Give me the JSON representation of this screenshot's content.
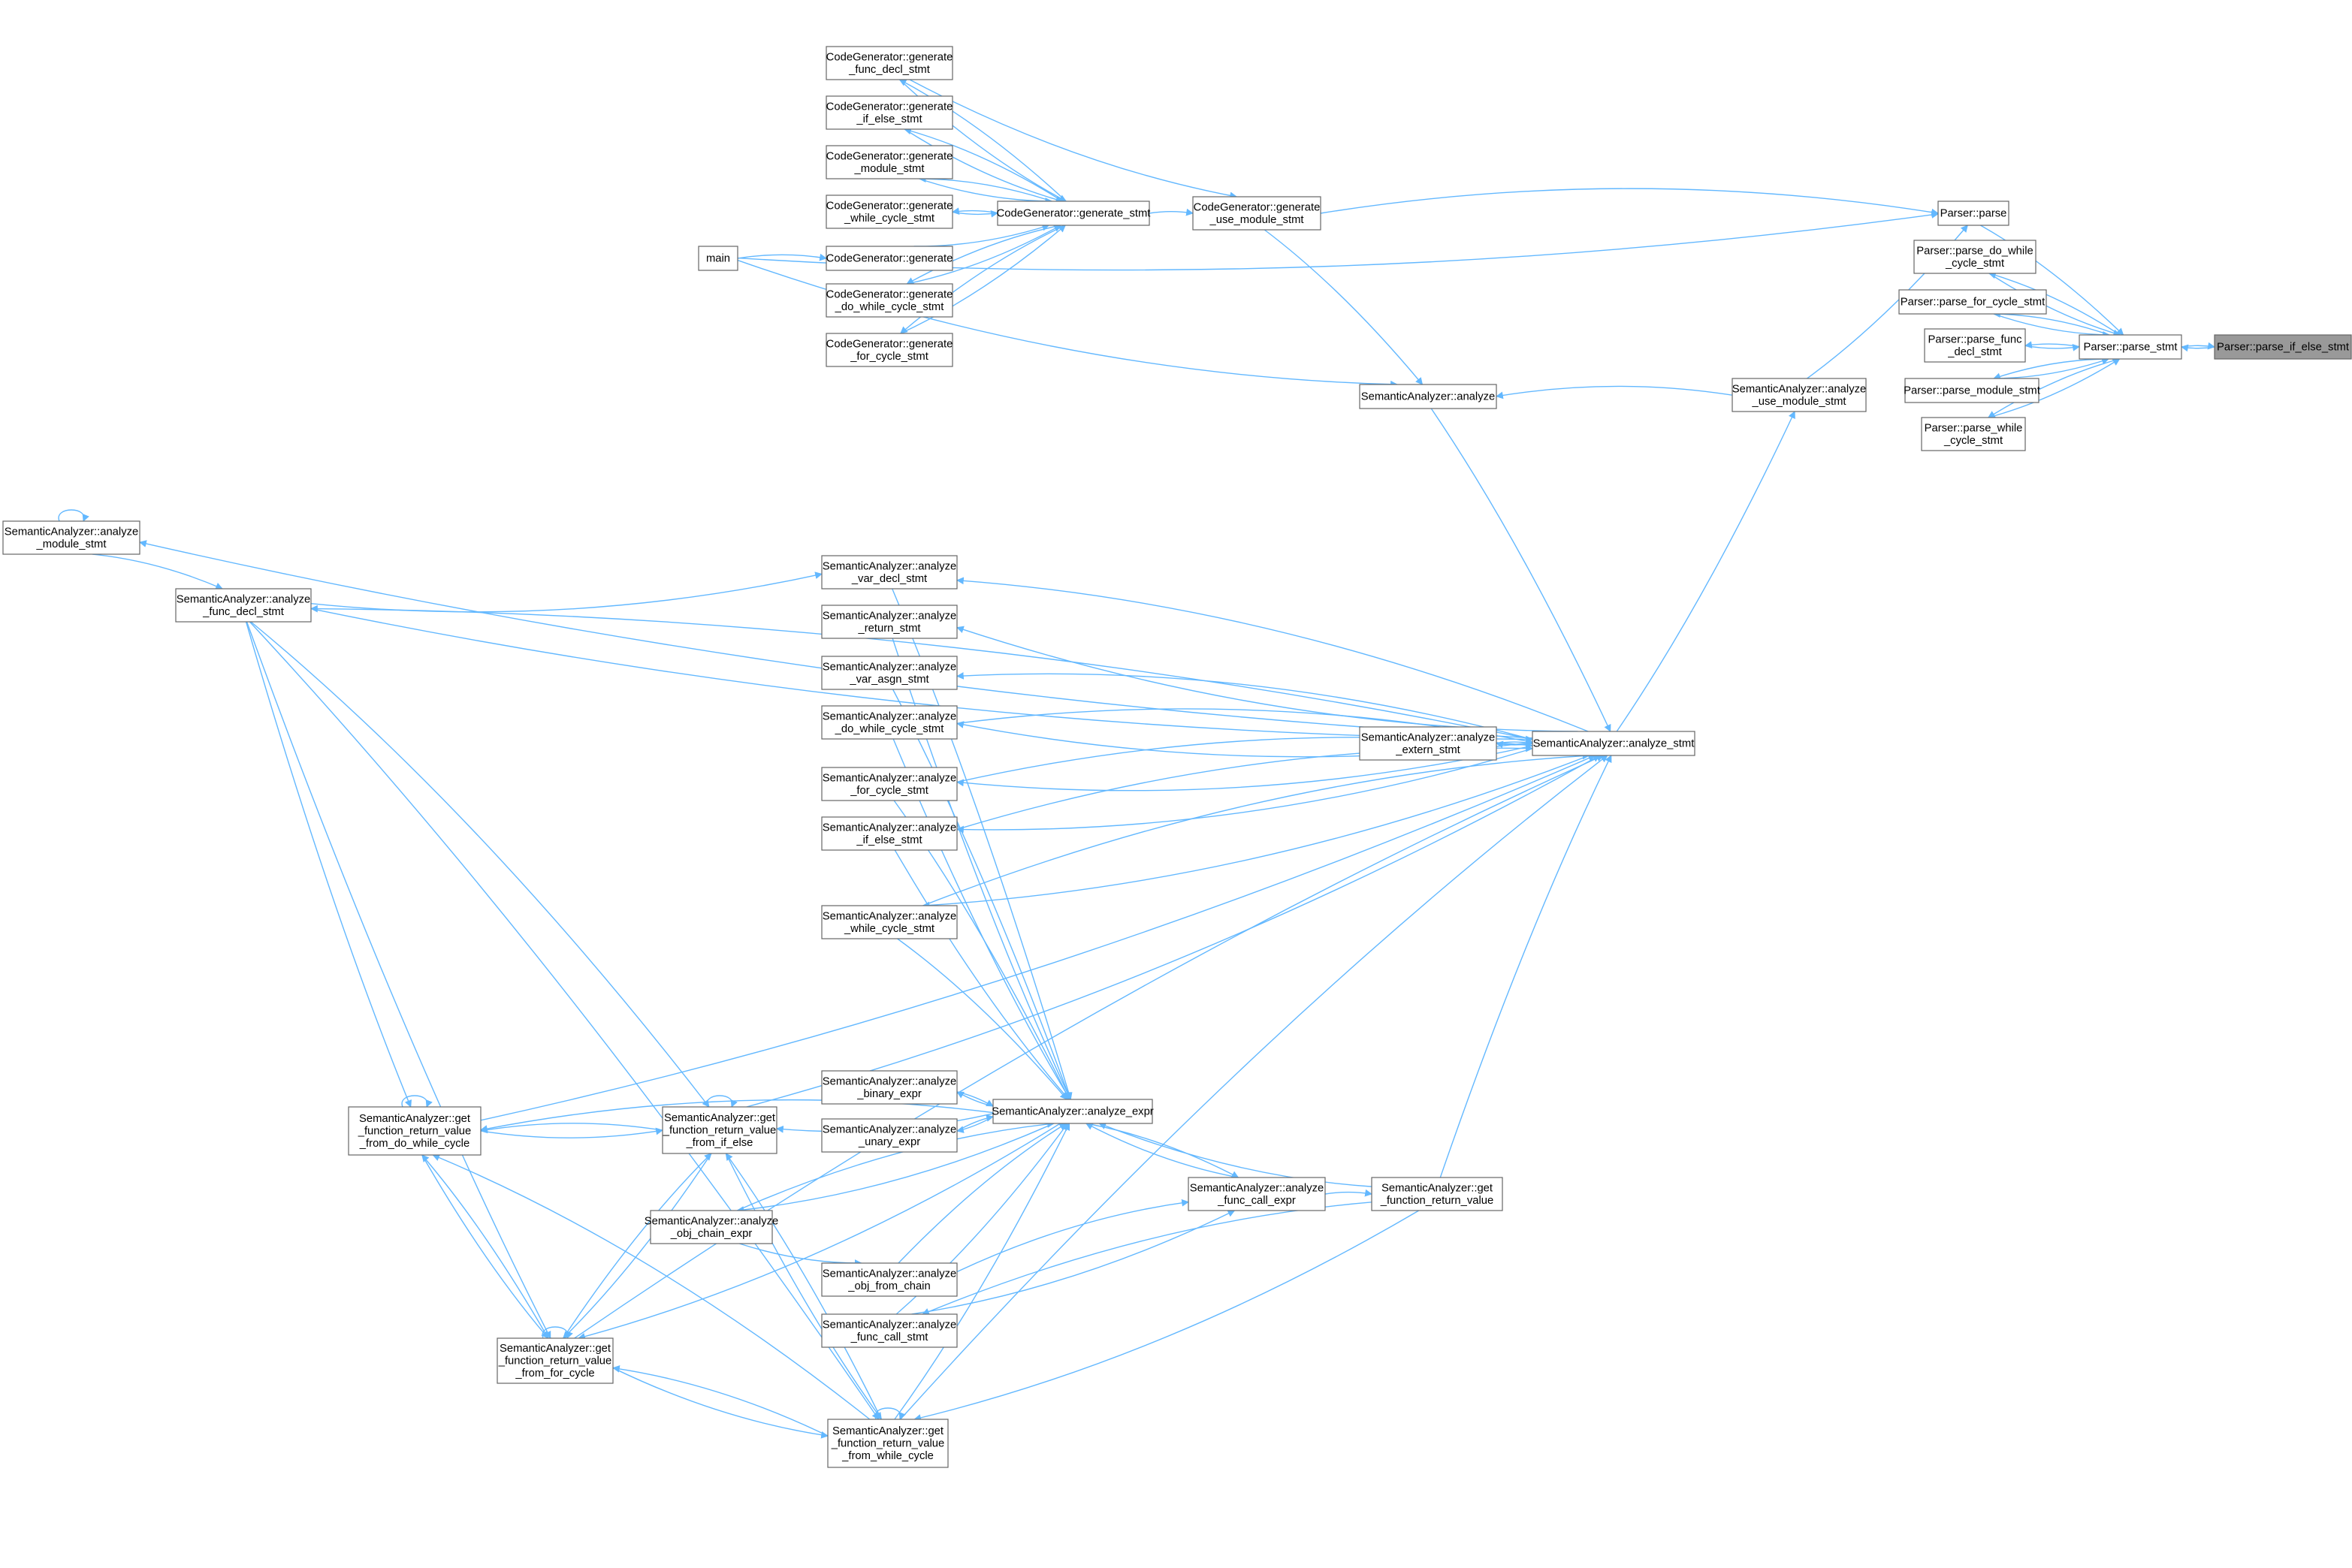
{
  "title": "Call graph of Parser::parse_if_else_stmt",
  "colors": {
    "edge": "#63b8ff",
    "node_border": "#666666",
    "current_node_fill": "#999999"
  },
  "nodes": {
    "parse_if_else": {
      "lines": [
        "Parser::parse_if_else_stmt"
      ],
      "current": true
    },
    "parse_stmt": {
      "lines": [
        "Parser::parse_stmt"
      ]
    },
    "parse": {
      "lines": [
        "Parser::parse"
      ]
    },
    "parse_do_while": {
      "lines": [
        "Parser::parse_do_while",
        "_cycle_stmt"
      ]
    },
    "parse_for": {
      "lines": [
        "Parser::parse_for_cycle_stmt"
      ]
    },
    "parse_func_decl": {
      "lines": [
        "Parser::parse_func",
        "_decl_stmt"
      ]
    },
    "parse_module": {
      "lines": [
        "Parser::parse_module_stmt"
      ]
    },
    "parse_while": {
      "lines": [
        "Parser::parse_while",
        "_cycle_stmt"
      ]
    },
    "main": {
      "lines": [
        "main"
      ]
    },
    "cg_func_decl": {
      "lines": [
        "CodeGenerator::generate",
        "_func_decl_stmt"
      ]
    },
    "cg_if_else": {
      "lines": [
        "CodeGenerator::generate",
        "_if_else_stmt"
      ]
    },
    "cg_module": {
      "lines": [
        "CodeGenerator::generate",
        "_module_stmt"
      ]
    },
    "cg_while": {
      "lines": [
        "CodeGenerator::generate",
        "_while_cycle_stmt"
      ]
    },
    "cg_generate": {
      "lines": [
        "CodeGenerator::generate"
      ]
    },
    "cg_do_while": {
      "lines": [
        "CodeGenerator::generate",
        "_do_while_cycle_stmt"
      ]
    },
    "cg_for": {
      "lines": [
        "CodeGenerator::generate",
        "_for_cycle_stmt"
      ]
    },
    "cg_stmt": {
      "lines": [
        "CodeGenerator::generate_stmt"
      ]
    },
    "cg_use_module": {
      "lines": [
        "CodeGenerator::generate",
        "_use_module_stmt"
      ]
    },
    "sa_analyze": {
      "lines": [
        "SemanticAnalyzer::analyze"
      ]
    },
    "sa_use_module": {
      "lines": [
        "SemanticAnalyzer::analyze",
        "_use_module_stmt"
      ]
    },
    "sa_module": {
      "lines": [
        "SemanticAnalyzer::analyze",
        "_module_stmt"
      ]
    },
    "sa_func_decl": {
      "lines": [
        "SemanticAnalyzer::analyze",
        "_func_decl_stmt"
      ]
    },
    "sa_var_decl": {
      "lines": [
        "SemanticAnalyzer::analyze",
        "_var_decl_stmt"
      ]
    },
    "sa_return": {
      "lines": [
        "SemanticAnalyzer::analyze",
        "_return_stmt"
      ]
    },
    "sa_var_asgn": {
      "lines": [
        "SemanticAnalyzer::analyze",
        "_var_asgn_stmt"
      ]
    },
    "sa_do_while": {
      "lines": [
        "SemanticAnalyzer::analyze",
        "_do_while_cycle_stmt"
      ]
    },
    "sa_extern": {
      "lines": [
        "SemanticAnalyzer::analyze",
        "_extern_stmt"
      ]
    },
    "sa_stmt": {
      "lines": [
        "SemanticAnalyzer::analyze_stmt"
      ]
    },
    "sa_for": {
      "lines": [
        "SemanticAnalyzer::analyze",
        "_for_cycle_stmt"
      ]
    },
    "sa_if_else": {
      "lines": [
        "SemanticAnalyzer::analyze",
        "_if_else_stmt"
      ]
    },
    "sa_while": {
      "lines": [
        "SemanticAnalyzer::analyze",
        "_while_cycle_stmt"
      ]
    },
    "sa_binary": {
      "lines": [
        "SemanticAnalyzer::analyze",
        "_binary_expr"
      ]
    },
    "sa_expr": {
      "lines": [
        "SemanticAnalyzer::analyze_expr"
      ]
    },
    "sa_unary": {
      "lines": [
        "SemanticAnalyzer::analyze",
        "_unary_expr"
      ]
    },
    "get_do_while": {
      "lines": [
        "SemanticAnalyzer::get",
        "_function_return_value",
        "_from_do_while_cycle"
      ]
    },
    "get_if_else": {
      "lines": [
        "SemanticAnalyzer::get",
        "_function_return_value",
        "_from_if_else"
      ]
    },
    "sa_func_call_expr": {
      "lines": [
        "SemanticAnalyzer::analyze",
        "_func_call_expr"
      ]
    },
    "get_ret": {
      "lines": [
        "SemanticAnalyzer::get",
        "_function_return_value"
      ]
    },
    "sa_obj_chain": {
      "lines": [
        "SemanticAnalyzer::analyze",
        "_obj_chain_expr"
      ]
    },
    "sa_obj_from_chain": {
      "lines": [
        "SemanticAnalyzer::analyze",
        "_obj_from_chain"
      ]
    },
    "sa_func_call_stmt": {
      "lines": [
        "SemanticAnalyzer::analyze",
        "_func_call_stmt"
      ]
    },
    "get_for": {
      "lines": [
        "SemanticAnalyzer::get",
        "_function_return_value",
        "_from_for_cycle"
      ]
    },
    "get_while": {
      "lines": [
        "SemanticAnalyzer::get",
        "_function_return_value",
        "_from_while_cycle"
      ]
    }
  },
  "edges": [
    [
      "parse_stmt",
      "parse_if_else"
    ],
    [
      "parse_if_else",
      "parse_stmt"
    ],
    [
      "parse_stmt",
      "parse_do_while"
    ],
    [
      "parse_do_while",
      "parse_stmt"
    ],
    [
      "parse_stmt",
      "parse_for"
    ],
    [
      "parse_for",
      "parse_stmt"
    ],
    [
      "parse_stmt",
      "parse_func_decl"
    ],
    [
      "parse_func_decl",
      "parse_stmt"
    ],
    [
      "parse_stmt",
      "parse_module"
    ],
    [
      "parse_module",
      "parse_stmt"
    ],
    [
      "parse_stmt",
      "parse_while"
    ],
    [
      "parse_while",
      "parse_stmt"
    ],
    [
      "parse",
      "parse_stmt"
    ],
    [
      "main",
      "parse"
    ],
    [
      "cg_use_module",
      "parse"
    ],
    [
      "sa_use_module",
      "parse"
    ],
    [
      "main",
      "cg_generate"
    ],
    [
      "cg_generate",
      "cg_stmt"
    ],
    [
      "cg_stmt",
      "cg_func_decl"
    ],
    [
      "cg_func_decl",
      "cg_stmt"
    ],
    [
      "cg_stmt",
      "cg_if_else"
    ],
    [
      "cg_if_else",
      "cg_stmt"
    ],
    [
      "cg_stmt",
      "cg_module"
    ],
    [
      "cg_module",
      "cg_stmt"
    ],
    [
      "cg_stmt",
      "cg_while"
    ],
    [
      "cg_while",
      "cg_stmt"
    ],
    [
      "cg_stmt",
      "cg_do_while"
    ],
    [
      "cg_do_while",
      "cg_stmt"
    ],
    [
      "cg_stmt",
      "cg_for"
    ],
    [
      "cg_for",
      "cg_stmt"
    ],
    [
      "cg_stmt",
      "cg_use_module"
    ],
    [
      "cg_func_decl",
      "cg_use_module"
    ],
    [
      "cg_use_module",
      "sa_analyze"
    ],
    [
      "main",
      "sa_analyze"
    ],
    [
      "sa_use_module",
      "sa_analyze"
    ],
    [
      "sa_stmt",
      "sa_use_module"
    ],
    [
      "sa_analyze",
      "sa_stmt"
    ],
    [
      "sa_stmt",
      "sa_module"
    ],
    [
      "sa_stmt",
      "sa_func_decl"
    ],
    [
      "sa_func_decl",
      "sa_stmt"
    ],
    [
      "sa_stmt",
      "sa_var_decl"
    ],
    [
      "sa_stmt",
      "sa_return"
    ],
    [
      "sa_stmt",
      "sa_var_asgn"
    ],
    [
      "sa_stmt",
      "sa_do_while"
    ],
    [
      "sa_do_while",
      "sa_stmt"
    ],
    [
      "sa_stmt",
      "sa_for"
    ],
    [
      "sa_for",
      "sa_stmt"
    ],
    [
      "sa_stmt",
      "sa_if_else"
    ],
    [
      "sa_if_else",
      "sa_stmt"
    ],
    [
      "sa_stmt",
      "sa_while"
    ],
    [
      "sa_while",
      "sa_stmt"
    ],
    [
      "sa_stmt",
      "sa_extern"
    ],
    [
      "sa_extern",
      "sa_stmt"
    ],
    [
      "sa_module",
      "sa_module"
    ],
    [
      "sa_module",
      "sa_func_decl"
    ],
    [
      "sa_func_decl",
      "sa_var_decl"
    ],
    [
      "sa_var_decl",
      "sa_expr"
    ],
    [
      "sa_return",
      "sa_expr"
    ],
    [
      "sa_var_asgn",
      "sa_expr"
    ],
    [
      "sa_do_while",
      "sa_expr"
    ],
    [
      "sa_for",
      "sa_expr"
    ],
    [
      "sa_if_else",
      "sa_expr"
    ],
    [
      "sa_while",
      "sa_expr"
    ],
    [
      "sa_expr",
      "sa_binary"
    ],
    [
      "sa_binary",
      "sa_expr"
    ],
    [
      "sa_expr",
      "sa_unary"
    ],
    [
      "sa_unary",
      "sa_expr"
    ],
    [
      "sa_expr",
      "sa_obj_chain"
    ],
    [
      "sa_obj_chain",
      "sa_expr"
    ],
    [
      "sa_obj_chain",
      "sa_obj_from_chain"
    ],
    [
      "sa_obj_from_chain",
      "sa_expr"
    ],
    [
      "sa_func_call_stmt",
      "sa_expr"
    ],
    [
      "sa_expr",
      "sa_func_call_expr"
    ],
    [
      "sa_func_call_expr",
      "sa_expr"
    ],
    [
      "sa_func_call_expr",
      "get_ret"
    ],
    [
      "get_ret",
      "sa_expr"
    ],
    [
      "sa_obj_from_chain",
      "sa_func_call_expr"
    ],
    [
      "sa_func_call_stmt",
      "sa_func_call_expr"
    ],
    [
      "get_ret",
      "sa_stmt"
    ],
    [
      "get_ret",
      "get_while"
    ],
    [
      "get_ret",
      "sa_func_call_stmt"
    ],
    [
      "sa_expr",
      "get_if_else"
    ],
    [
      "sa_expr",
      "get_do_while"
    ],
    [
      "get_if_else",
      "sa_stmt"
    ],
    [
      "get_if_else",
      "get_do_while"
    ],
    [
      "get_do_while",
      "get_if_else"
    ],
    [
      "get_do_while",
      "get_do_while"
    ],
    [
      "get_if_else",
      "get_if_else"
    ],
    [
      "get_for",
      "get_for"
    ],
    [
      "get_while",
      "get_while"
    ],
    [
      "get_for",
      "get_do_while"
    ],
    [
      "get_do_while",
      "get_for"
    ],
    [
      "get_for",
      "get_if_else"
    ],
    [
      "get_if_else",
      "get_for"
    ],
    [
      "get_while",
      "get_if_else"
    ],
    [
      "get_if_else",
      "get_while"
    ],
    [
      "get_while",
      "get_for"
    ],
    [
      "get_for",
      "get_while"
    ],
    [
      "get_while",
      "get_do_while"
    ],
    [
      "get_while",
      "sa_expr"
    ],
    [
      "get_while",
      "sa_stmt"
    ],
    [
      "sa_func_decl",
      "get_do_while"
    ],
    [
      "sa_func_decl",
      "get_if_else"
    ],
    [
      "sa_func_decl",
      "get_for"
    ],
    [
      "sa_func_decl",
      "get_while"
    ],
    [
      "get_do_while",
      "sa_stmt"
    ],
    [
      "get_for",
      "sa_stmt"
    ],
    [
      "sa_expr",
      "get_for"
    ]
  ]
}
